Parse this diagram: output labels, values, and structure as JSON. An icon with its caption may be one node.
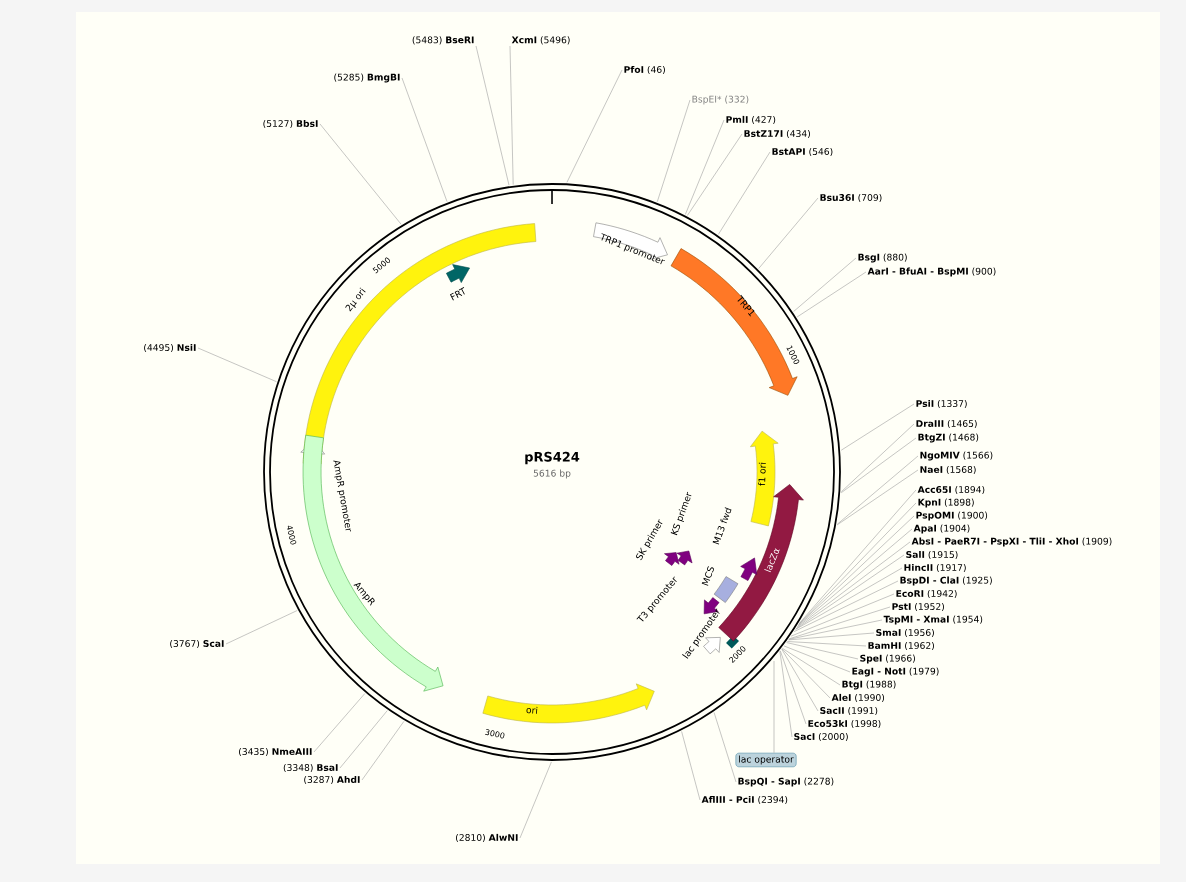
{
  "diagram": {
    "title": "pRS424",
    "nodes": [
      {
        "text": [
          "(5483) **BseRI**"
        ]
      },
      {
        "text": [
          "**XcmI** (5496)"
        ]
      },
      {
        "text": [
          "(5285) **BmgBI**"
        ]
      },
      {
        "text": [
          "(5127) **BbsI**"
        ]
      },
      {
        "text": [
          "**PfoI** (46)"
        ]
      },
      {
        "text": [
          "BspEI* (332)"
        ]
      },
      {
        "text": [
          "**PmlI** (427)"
        ]
      },
      {
        "text": [
          "**BstZ17I** (434)"
        ]
      },
      {
        "text": [
          "**BstAPI** (546)"
        ]
      },
      {
        "text": [
          "**Bsu36I** (709)"
        ]
      },
      {
        "text": [
          "**BsgI** (880)"
        ]
      },
      {
        "text": [
          "**AarI - BfuAI - BspMI** (900)"
        ]
      },
      {
        "text": [
          "**PsiI** (1337)"
        ]
      },
      {
        "text": [
          "**DraIII** (1465)"
        ]
      },
      {
        "text": [
          "**BtgZI** (1468)"
        ]
      },
      {
        "text": [
          "**NgoMIV** (1566)"
        ]
      },
      {
        "text": [
          "**NaeI** (1568)"
        ]
      },
      {
        "text": [
          "**Acc65I** (1894)"
        ]
      },
      {
        "text": [
          "**KpnI** (1898)"
        ]
      },
      {
        "text": [
          "**PspOMI** (1900)"
        ]
      },
      {
        "text": [
          "**ApaI** (1904)"
        ]
      },
      {
        "text": [
          "**AbsI - PaeR7I - PspXI - TliI - XhoI** (1909)"
        ]
      },
      {
        "text": [
          "**SalI** (1915)"
        ]
      },
      {
        "text": [
          "**HincII** (1917)"
        ]
      },
      {
        "text": [
          "**BspDI - ClaI** (1925)"
        ]
      },
      {
        "text": [
          "**EcoRI** (1942)"
        ]
      },
      {
        "text": [
          "**PstI** (1952)"
        ]
      },
      {
        "text": [
          "**TspMI - XmaI** (1954)"
        ]
      },
      {
        "text": [
          "**SmaI** (1956)"
        ]
      },
      {
        "text": [
          "**BamHI** (1962)"
        ]
      },
      {
        "text": [
          "**SpeI** (1966)"
        ]
      },
      {
        "text": [
          "**EagI - NotI** (1979)"
        ]
      },
      {
        "text": [
          "**BtgI** (1988)"
        ]
      },
      {
        "text": [
          "**AleI** (1990)"
        ]
      },
      {
        "text": [
          "**SacII** (1991)"
        ]
      },
      {
        "text": [
          "**Eco53kI** (1998)"
        ]
      },
      {
        "text": [
          "**SacI** (2000)"
        ]
      },
      {
        "text": [
          "lac operator"
        ]
      },
      {
        "text": [
          "**BspQI - SapI** (2278)"
        ]
      },
      {
        "text": [
          "**AflIII - PciI** (2394)"
        ]
      },
      {
        "text": [
          "(2810) **AlwNI**"
        ]
      },
      {
        "text": [
          "(3287) **AhdI**"
        ]
      },
      {
        "text": [
          "(3348) **BsaI**"
        ]
      },
      {
        "text": [
          "(3435) **NmeAIII**"
        ]
      },
      {
        "text": [
          "(3767) **ScaI**"
        ]
      },
      {
        "text": [
          "(4495) **NsiI**"
        ]
      },
      {
        "text": [
          "2μ ori"
        ]
      },
      {
        "text": [
          "FRT"
        ]
      },
      {
        "text": [
          "TRP1 promoter"
        ]
      },
      {
        "text": [
          "TRP1"
        ]
      },
      {
        "text": [
          "f1 ori"
        ]
      },
      {
        "text": [
          "lacZα"
        ]
      },
      {
        "text": [
          "M13 fwd"
        ]
      },
      {
        "text": [
          "KS primer"
        ]
      },
      {
        "text": [
          "SK primer"
        ]
      },
      {
        "text": [
          "MCS"
        ]
      },
      {
        "text": [
          "T3 promoter"
        ]
      },
      {
        "text": [
          "lac promoter"
        ]
      },
      {
        "text": [
          "AmpR promoter"
        ]
      },
      {
        "text": [
          "AmpR"
        ]
      },
      {
        "text": [
          "ori"
        ]
      }
    ],
    "edges": [
      {
        "from": 0,
        "to": null,
        "arrow": "none"
      },
      {
        "from": 1,
        "to": null,
        "arrow": "none"
      },
      {
        "from": 2,
        "to": null,
        "arrow": "none"
      },
      {
        "from": 3,
        "to": null,
        "arrow": "none"
      },
      {
        "from": 4,
        "to": null,
        "arrow": "none"
      },
      {
        "from": 5,
        "to": null,
        "arrow": "none"
      },
      {
        "from": 6,
        "to": null,
        "arrow": "none"
      },
      {
        "from": 7,
        "to": null,
        "arrow": "none"
      },
      {
        "from": 8,
        "to": null,
        "arrow": "none"
      },
      {
        "from": 9,
        "to": null,
        "arrow": "none"
      },
      {
        "from": 10,
        "to": null,
        "arrow": "none"
      },
      {
        "from": 11,
        "to": null,
        "arrow": "none"
      },
      {
        "from": 12,
        "to": null,
        "arrow": "none"
      },
      {
        "from": 13,
        "to": null,
        "arrow": "none"
      },
      {
        "from": 14,
        "to": null,
        "arrow": "none"
      },
      {
        "from": 15,
        "to": null,
        "arrow": "none"
      },
      {
        "from": 16,
        "to": null,
        "arrow": "none"
      },
      {
        "from": 17,
        "to": null,
        "arrow": "none"
      },
      {
        "from": 18,
        "to": null,
        "arrow": "none"
      },
      {
        "from": 19,
        "to": null,
        "arrow": "none"
      },
      {
        "from": 20,
        "to": null,
        "arrow": "none"
      },
      {
        "from": 21,
        "to": null,
        "arrow": "none"
      },
      {
        "from": 22,
        "to": null,
        "arrow": "none"
      },
      {
        "from": 23,
        "to": null,
        "arrow": "none"
      },
      {
        "from": 24,
        "to": null,
        "arrow": "none"
      },
      {
        "from": 25,
        "to": null,
        "arrow": "none"
      },
      {
        "from": 26,
        "to": null,
        "arrow": "none"
      },
      {
        "from": 27,
        "to": null,
        "arrow": "none"
      },
      {
        "from": 28,
        "to": null,
        "arrow": "none"
      },
      {
        "from": 29,
        "to": null,
        "arrow": "none"
      },
      {
        "from": 30,
        "to": null,
        "arrow": "none"
      },
      {
        "from": 31,
        "to": null,
        "arrow": "none"
      },
      {
        "from": 32,
        "to": null,
        "arrow": "none"
      },
      {
        "from": 33,
        "to": null,
        "arrow": "none"
      },
      {
        "from": 34,
        "to": null,
        "arrow": "none"
      },
      {
        "from": 35,
        "to": null,
        "arrow": "none"
      },
      {
        "from": 36,
        "to": null,
        "arrow": "none"
      },
      {
        "from": 37,
        "to": null,
        "arrow": "none"
      },
      {
        "from": 38,
        "to": null,
        "arrow": "none"
      },
      {
        "from": 39,
        "to": null,
        "arrow": "none"
      },
      {
        "from": 40,
        "to": null,
        "arrow": "none"
      },
      {
        "from": 41,
        "to": null,
        "arrow": "none"
      },
      {
        "from": 42,
        "to": null,
        "arrow": "none"
      },
      {
        "from": 43,
        "to": null,
        "arrow": "none"
      },
      {
        "from": 44,
        "to": null,
        "arrow": "none"
      },
      {
        "from": 45,
        "to": null,
        "arrow": "none"
      }
    ],
    "labels": [
      "5616 bp",
      "1000",
      "2000",
      "3000",
      "4000",
      "5000"
    ]
  }
}
